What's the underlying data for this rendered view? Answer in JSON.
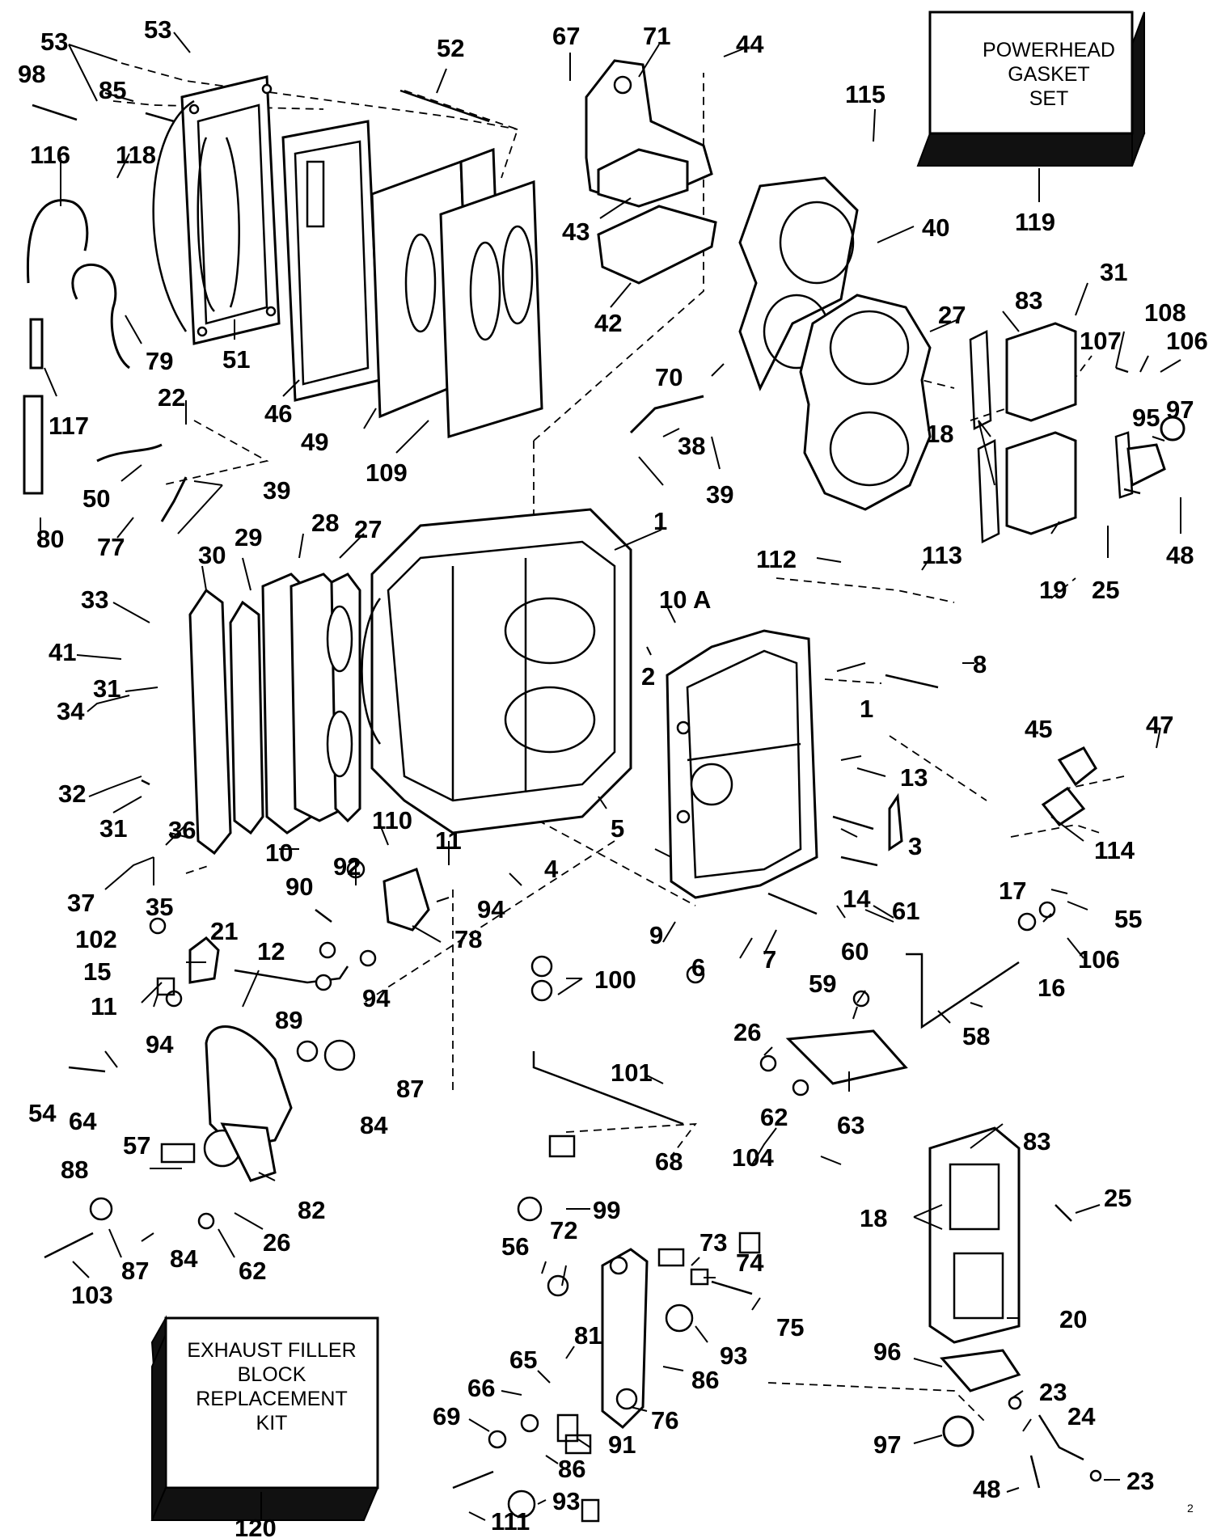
{
  "kit_boxes": {
    "powerhead": {
      "lines": [
        "POWERHEAD",
        "GASKET",
        "SET"
      ],
      "ref": "119"
    },
    "exhaust": {
      "lines": [
        "EXHAUST FILLER",
        "BLOCK",
        "REPLACEMENT",
        "KIT"
      ],
      "ref": "120"
    }
  },
  "callouts": [
    {
      "id": "c53a",
      "text": "53"
    },
    {
      "id": "c53b",
      "text": "53"
    },
    {
      "id": "c98",
      "text": "98"
    },
    {
      "id": "c85",
      "text": "85"
    },
    {
      "id": "c52",
      "text": "52"
    },
    {
      "id": "c67",
      "text": "67"
    },
    {
      "id": "c71",
      "text": "71"
    },
    {
      "id": "c44",
      "text": "44"
    },
    {
      "id": "c115",
      "text": "115"
    },
    {
      "id": "c116",
      "text": "116"
    },
    {
      "id": "c118",
      "text": "118"
    },
    {
      "id": "c43",
      "text": "43"
    },
    {
      "id": "c40",
      "text": "40"
    },
    {
      "id": "c31a",
      "text": "31"
    },
    {
      "id": "c83a",
      "text": "83"
    },
    {
      "id": "c108",
      "text": "108"
    },
    {
      "id": "c107",
      "text": "107"
    },
    {
      "id": "c106a",
      "text": "106"
    },
    {
      "id": "c27a",
      "text": "27"
    },
    {
      "id": "c42",
      "text": "42"
    },
    {
      "id": "c79",
      "text": "79"
    },
    {
      "id": "c51",
      "text": "51"
    },
    {
      "id": "c70",
      "text": "70"
    },
    {
      "id": "c117",
      "text": "117"
    },
    {
      "id": "c22",
      "text": "22"
    },
    {
      "id": "c46",
      "text": "46"
    },
    {
      "id": "c18a",
      "text": "18"
    },
    {
      "id": "c95",
      "text": "95"
    },
    {
      "id": "c97a",
      "text": "97"
    },
    {
      "id": "c38",
      "text": "38"
    },
    {
      "id": "c49",
      "text": "49"
    },
    {
      "id": "c109",
      "text": "109"
    },
    {
      "id": "c50",
      "text": "50"
    },
    {
      "id": "c39a",
      "text": "39"
    },
    {
      "id": "c39b",
      "text": "39"
    },
    {
      "id": "c48a",
      "text": "48"
    },
    {
      "id": "c19",
      "text": "19"
    },
    {
      "id": "c25a",
      "text": "25"
    },
    {
      "id": "c80",
      "text": "80"
    },
    {
      "id": "c77",
      "text": "77"
    },
    {
      "id": "c1a",
      "text": "1"
    },
    {
      "id": "c28",
      "text": "28"
    },
    {
      "id": "c27b",
      "text": "27"
    },
    {
      "id": "c30",
      "text": "30"
    },
    {
      "id": "c29",
      "text": "29"
    },
    {
      "id": "c112",
      "text": "112"
    },
    {
      "id": "c113",
      "text": "113"
    },
    {
      "id": "c33",
      "text": "33"
    },
    {
      "id": "c10A",
      "text": "10 A"
    },
    {
      "id": "c41",
      "text": "41"
    },
    {
      "id": "c8",
      "text": "8"
    },
    {
      "id": "c2",
      "text": "2"
    },
    {
      "id": "c31b",
      "text": "31"
    },
    {
      "id": "c1b",
      "text": "1"
    },
    {
      "id": "c34",
      "text": "34"
    },
    {
      "id": "c45",
      "text": "45"
    },
    {
      "id": "c47",
      "text": "47"
    },
    {
      "id": "c13",
      "text": "13"
    },
    {
      "id": "c32",
      "text": "32"
    },
    {
      "id": "c31c",
      "text": "31"
    },
    {
      "id": "c36",
      "text": "36"
    },
    {
      "id": "c110",
      "text": "110"
    },
    {
      "id": "c5",
      "text": "5"
    },
    {
      "id": "c3",
      "text": "3"
    },
    {
      "id": "c114",
      "text": "114"
    },
    {
      "id": "c10",
      "text": "10"
    },
    {
      "id": "c11a",
      "text": "11"
    },
    {
      "id": "c37",
      "text": "37"
    },
    {
      "id": "c35",
      "text": "35"
    },
    {
      "id": "c92",
      "text": "92"
    },
    {
      "id": "c4",
      "text": "4"
    },
    {
      "id": "c90",
      "text": "90"
    },
    {
      "id": "c14",
      "text": "14"
    },
    {
      "id": "c94a",
      "text": "94"
    },
    {
      "id": "c21",
      "text": "21"
    },
    {
      "id": "c17",
      "text": "17"
    },
    {
      "id": "c61",
      "text": "61"
    },
    {
      "id": "c55",
      "text": "55"
    },
    {
      "id": "c102",
      "text": "102"
    },
    {
      "id": "c9",
      "text": "9"
    },
    {
      "id": "c78",
      "text": "78"
    },
    {
      "id": "c12",
      "text": "12"
    },
    {
      "id": "c6",
      "text": "6"
    },
    {
      "id": "c7",
      "text": "7"
    },
    {
      "id": "c60",
      "text": "60"
    },
    {
      "id": "c106b",
      "text": "106"
    },
    {
      "id": "c15",
      "text": "15"
    },
    {
      "id": "c16",
      "text": "16"
    },
    {
      "id": "c100",
      "text": "100"
    },
    {
      "id": "c59",
      "text": "59"
    },
    {
      "id": "c11b",
      "text": "11"
    },
    {
      "id": "c94b",
      "text": "94"
    },
    {
      "id": "c89",
      "text": "89"
    },
    {
      "id": "c94c",
      "text": "94"
    },
    {
      "id": "c58",
      "text": "58"
    },
    {
      "id": "c26a",
      "text": "26"
    },
    {
      "id": "c101",
      "text": "101"
    },
    {
      "id": "c54",
      "text": "54"
    },
    {
      "id": "c64",
      "text": "64"
    },
    {
      "id": "c87a",
      "text": "87"
    },
    {
      "id": "c84a",
      "text": "84"
    },
    {
      "id": "c62a",
      "text": "62"
    },
    {
      "id": "c63",
      "text": "63"
    },
    {
      "id": "c57",
      "text": "57"
    },
    {
      "id": "c83b",
      "text": "83"
    },
    {
      "id": "c68",
      "text": "68"
    },
    {
      "id": "c104",
      "text": "104"
    },
    {
      "id": "c88",
      "text": "88"
    },
    {
      "id": "c82",
      "text": "82"
    },
    {
      "id": "c25b",
      "text": "25"
    },
    {
      "id": "c99",
      "text": "99"
    },
    {
      "id": "c18b",
      "text": "18"
    },
    {
      "id": "c26b",
      "text": "26"
    },
    {
      "id": "c84b",
      "text": "84"
    },
    {
      "id": "c87b",
      "text": "87"
    },
    {
      "id": "c62b",
      "text": "62"
    },
    {
      "id": "c56",
      "text": "56"
    },
    {
      "id": "c72",
      "text": "72"
    },
    {
      "id": "c73",
      "text": "73"
    },
    {
      "id": "c74",
      "text": "74"
    },
    {
      "id": "c103",
      "text": "103"
    },
    {
      "id": "c75",
      "text": "75"
    },
    {
      "id": "c20",
      "text": "20"
    },
    {
      "id": "c93a",
      "text": "93"
    },
    {
      "id": "c81",
      "text": "81"
    },
    {
      "id": "c65",
      "text": "65"
    },
    {
      "id": "c86a",
      "text": "86"
    },
    {
      "id": "c96",
      "text": "96"
    },
    {
      "id": "c66",
      "text": "66"
    },
    {
      "id": "c23a",
      "text": "23"
    },
    {
      "id": "c76",
      "text": "76"
    },
    {
      "id": "c24",
      "text": "24"
    },
    {
      "id": "c69",
      "text": "69"
    },
    {
      "id": "c91",
      "text": "91"
    },
    {
      "id": "c97b",
      "text": "97"
    },
    {
      "id": "c86b",
      "text": "86"
    },
    {
      "id": "c93b",
      "text": "93"
    },
    {
      "id": "c48b",
      "text": "48"
    },
    {
      "id": "c23b",
      "text": "23"
    },
    {
      "id": "c111",
      "text": "111"
    }
  ],
  "corner_mark": "2"
}
